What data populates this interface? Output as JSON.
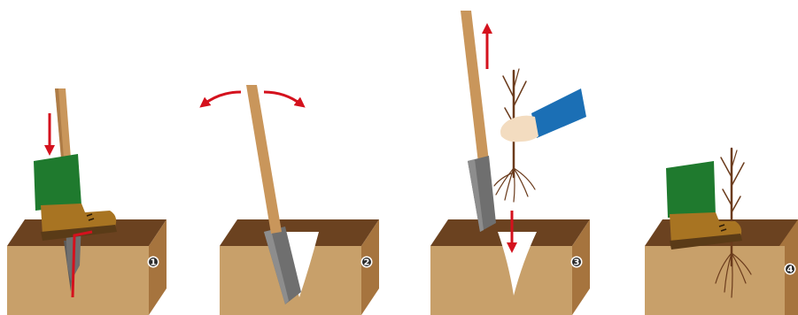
{
  "steps": [
    {
      "number": "1"
    },
    {
      "number": "2"
    },
    {
      "number": "3"
    },
    {
      "number": "4"
    }
  ],
  "colors": {
    "soil_front": "#c8a06a",
    "soil_top": "#6b4220",
    "soil_side": "#a6743e",
    "handle": "#c9965b",
    "handle_edge": "#9c6b38",
    "blade": "#6f6f6f",
    "blade_light": "#8d8d8d",
    "arrow": "#d4111d",
    "boot": "#a87422",
    "boot_sole": "#5a3b17",
    "trouser": "#1f7a2e",
    "sleeve": "#1b6fb5",
    "hand": "#f3dcc0",
    "tree": "#6b3b1c",
    "slit": "#ffffff",
    "number_badge": "#ffffff"
  },
  "icons": [
    "spade-icon",
    "boot-icon",
    "sapling-icon",
    "hand-icon",
    "arrow-icon"
  ]
}
